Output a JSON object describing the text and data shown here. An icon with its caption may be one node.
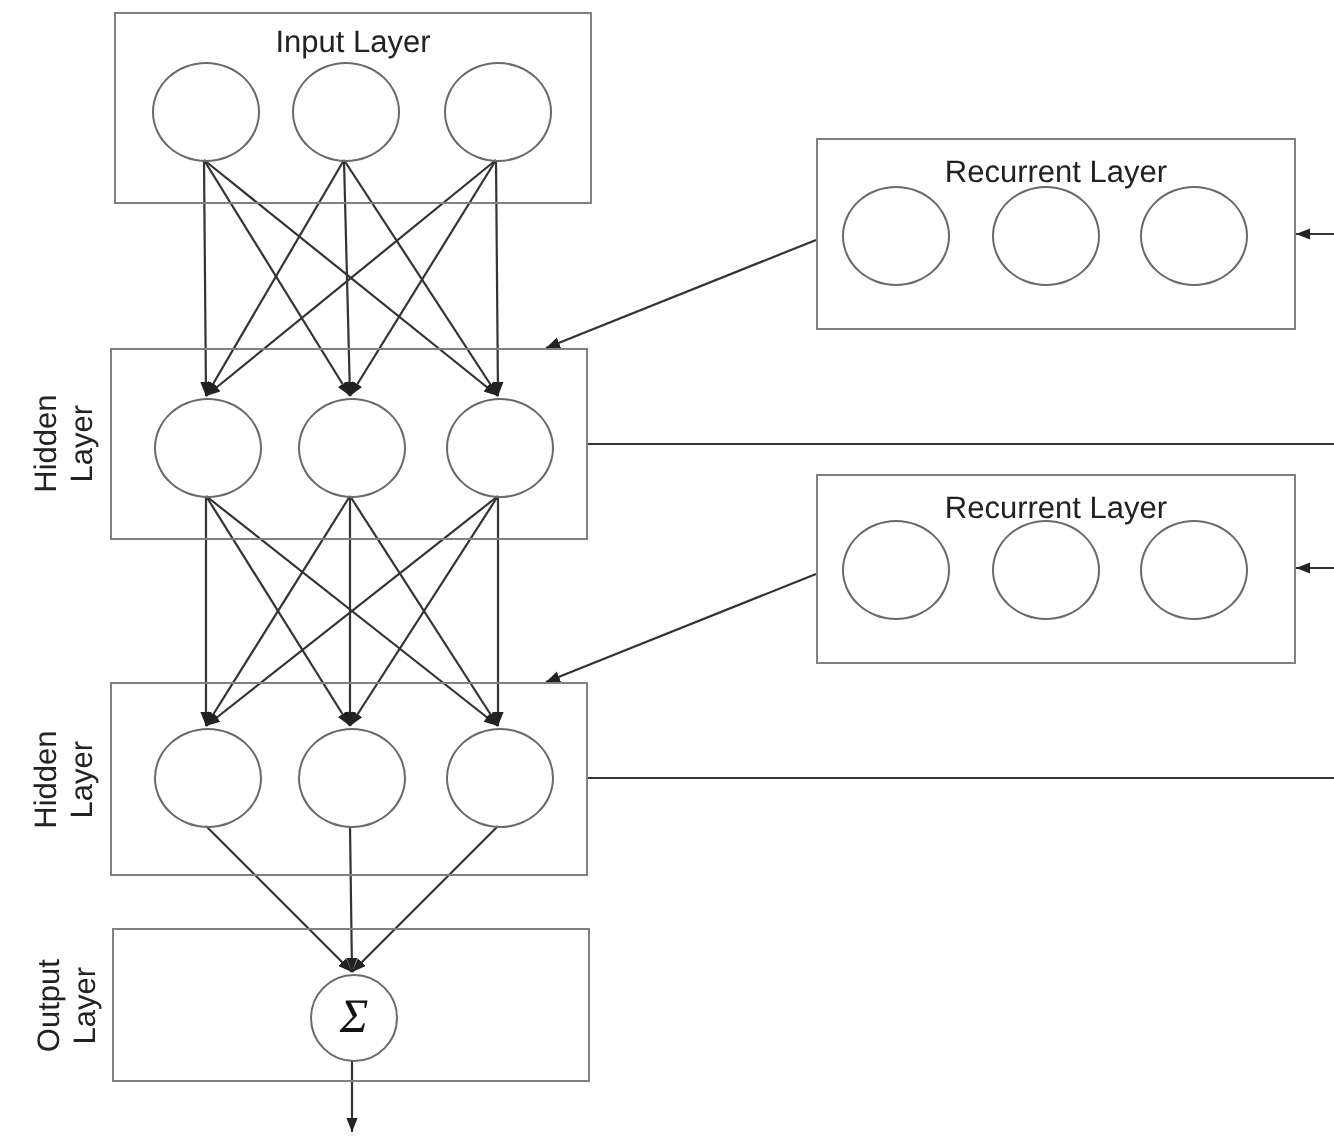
{
  "diagram": {
    "nodes": [
      {
        "text": [
          "Input Layer"
        ]
      },
      {
        "text": [],
        "shape": "circle",
        "in": 0
      },
      {
        "text": [],
        "shape": "circle",
        "in": 0
      },
      {
        "text": [],
        "shape": "circle",
        "in": 0
      },
      {
        "text": [
          "Recurrent Layer"
        ]
      },
      {
        "text": [],
        "shape": "circle",
        "in": 4
      },
      {
        "text": [],
        "shape": "circle",
        "in": 4
      },
      {
        "text": [],
        "shape": "circle",
        "in": 4
      },
      {
        "text": [
          "Hidden Layer"
        ]
      },
      {
        "text": [],
        "shape": "circle",
        "in": 8
      },
      {
        "text": [],
        "shape": "circle",
        "in": 8
      },
      {
        "text": [],
        "shape": "circle",
        "in": 8
      },
      {
        "text": [
          "Recurrent Layer"
        ]
      },
      {
        "text": [],
        "shape": "circle",
        "in": 12
      },
      {
        "text": [],
        "shape": "circle",
        "in": 12
      },
      {
        "text": [],
        "shape": "circle",
        "in": 12
      },
      {
        "text": [
          "Hidden Layer"
        ]
      },
      {
        "text": [],
        "shape": "circle",
        "in": 16
      },
      {
        "text": [],
        "shape": "circle",
        "in": 16
      },
      {
        "text": [],
        "shape": "circle",
        "in": 16
      },
      {
        "text": [
          "Output Layer"
        ]
      },
      {
        "text": [
          "Σ"
        ],
        "in": 20
      }
    ],
    "edges": [
      {
        "from": 1,
        "to": 9,
        "arrow": "to"
      },
      {
        "from": 1,
        "to": 10,
        "arrow": "to"
      },
      {
        "from": 1,
        "to": 11,
        "arrow": "to"
      },
      {
        "from": 2,
        "to": 9,
        "arrow": "to"
      },
      {
        "from": 2,
        "to": 10,
        "arrow": "to"
      },
      {
        "from": 2,
        "to": 11,
        "arrow": "to"
      },
      {
        "from": 3,
        "to": 9,
        "arrow": "to"
      },
      {
        "from": 3,
        "to": 10,
        "arrow": "to"
      },
      {
        "from": 3,
        "to": 11,
        "arrow": "to"
      },
      {
        "from": 9,
        "to": 17,
        "arrow": "to"
      },
      {
        "from": 9,
        "to": 18,
        "arrow": "to"
      },
      {
        "from": 9,
        "to": 19,
        "arrow": "to"
      },
      {
        "from": 10,
        "to": 17,
        "arrow": "to"
      },
      {
        "from": 10,
        "to": 18,
        "arrow": "to"
      },
      {
        "from": 10,
        "to": 19,
        "arrow": "to"
      },
      {
        "from": 11,
        "to": 17,
        "arrow": "to"
      },
      {
        "from": 11,
        "to": 18,
        "arrow": "to"
      },
      {
        "from": 11,
        "to": 19,
        "arrow": "to"
      },
      {
        "from": 17,
        "to": 21,
        "arrow": "to"
      },
      {
        "from": 18,
        "to": 21,
        "arrow": "to"
      },
      {
        "from": 19,
        "to": 21,
        "arrow": "to"
      },
      {
        "from": 21,
        "to": null,
        "arrow": "to"
      },
      {
        "from": 4,
        "to": 8,
        "arrow": "to"
      },
      {
        "from": 8,
        "to": null,
        "arrow": "none"
      },
      {
        "from": null,
        "to": 4,
        "arrow": "to"
      },
      {
        "from": 12,
        "to": 16,
        "arrow": "to"
      },
      {
        "from": 16,
        "to": null,
        "arrow": "none"
      },
      {
        "from": null,
        "to": 12,
        "arrow": "to"
      }
    ]
  }
}
